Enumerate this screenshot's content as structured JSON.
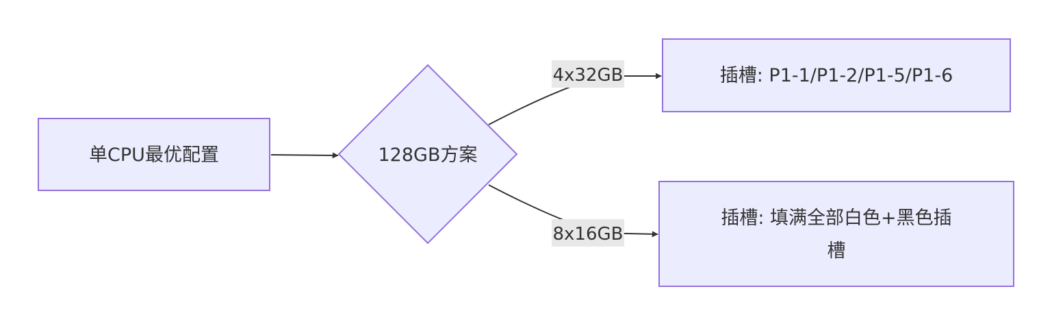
{
  "nodes": {
    "start": {
      "label": "单CPU最优配置"
    },
    "decision": {
      "label": "128GB方案"
    },
    "option_a": {
      "label": "插槽: P1-1/P1-2/P1-5/P1-6"
    },
    "option_b": {
      "label_line1": "插槽: 填满全部白色+黑色插",
      "label_line2": "槽"
    }
  },
  "edges": {
    "start_to_decision": {
      "label": ""
    },
    "decision_to_a": {
      "label": "4x32GB"
    },
    "decision_to_b": {
      "label": "8x16GB"
    }
  },
  "colors": {
    "node_fill": "#ECECFF",
    "node_stroke": "#9370DB",
    "edge": "#333333",
    "label_bg": "#E8E8E8",
    "text": "#333333"
  }
}
